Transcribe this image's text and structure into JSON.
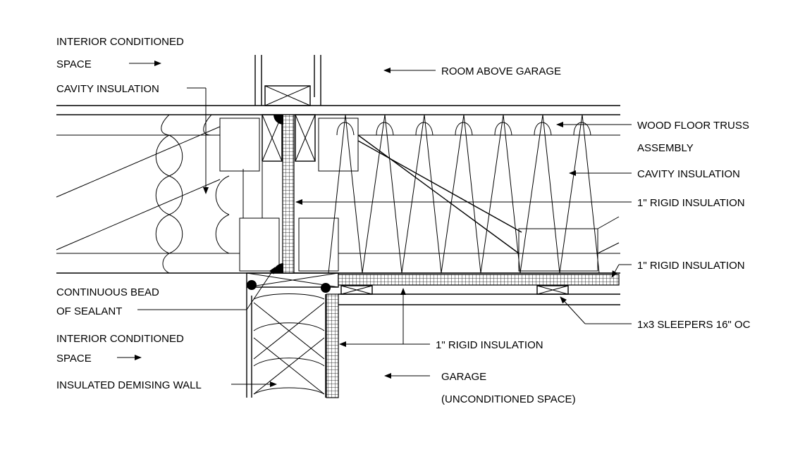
{
  "labels": {
    "interior_top_1": "INTERIOR CONDITIONED",
    "interior_top_2": "SPACE",
    "cavity_left": "CAVITY INSULATION",
    "room_above": "ROOM ABOVE GARAGE",
    "truss_1": "WOOD FLOOR TRUSS",
    "truss_2": "ASSEMBLY",
    "cavity_right": "CAVITY INSULATION",
    "rigid_1": "1\" RIGID INSULATION",
    "rigid_2": "1\" RIGID INSULATION",
    "sealant_1": "CONTINUOUS BEAD",
    "sealant_2": "OF SEALANT",
    "interior_bot_1": "INTERIOR CONDITIONED",
    "interior_bot_2": "SPACE",
    "demising": "INSULATED DEMISING WALL",
    "sleepers": "1x3 SLEEPERS 16\" OC",
    "rigid_3": "1\" RIGID INSULATION",
    "garage_1": "GARAGE",
    "garage_2": "(UNCONDITIONED SPACE)"
  }
}
